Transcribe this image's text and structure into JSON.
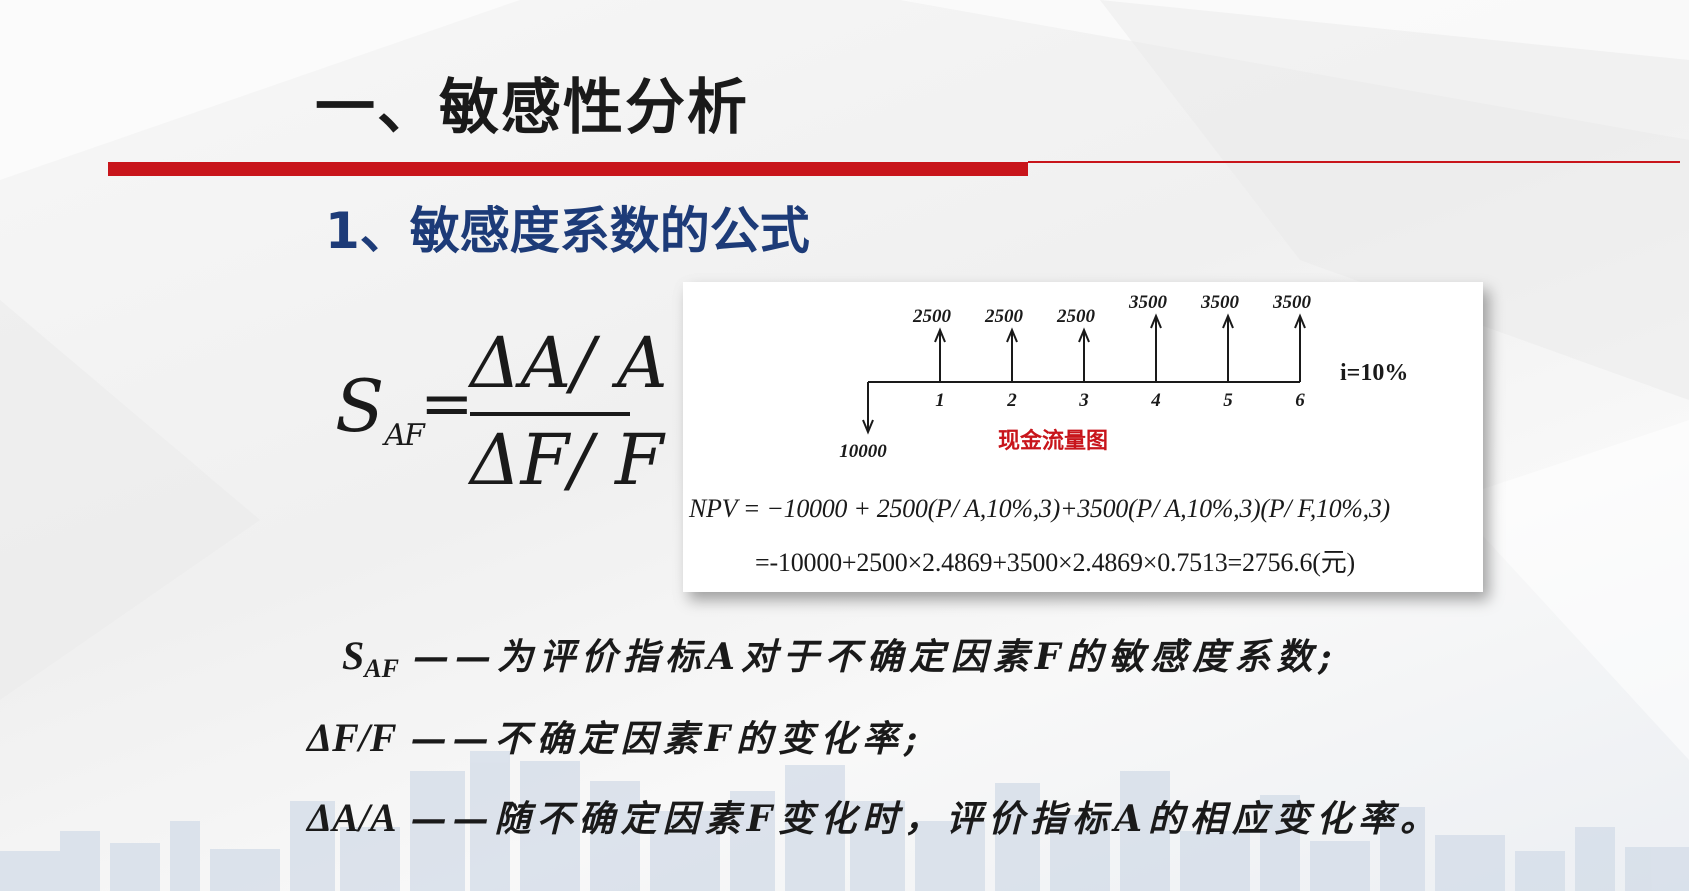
{
  "slide": {
    "title": "一、敏感性分析",
    "section_title": "1、敏感度系数的公式"
  },
  "formula": {
    "lhs_symbol": "S",
    "lhs_subscript": "AF",
    "equals": "=",
    "numerator": "ΔA/ A",
    "denominator": "ΔF/ F"
  },
  "cash_flow_diagram": {
    "inflows": [
      {
        "period": "1",
        "amount": "2500"
      },
      {
        "period": "2",
        "amount": "2500"
      },
      {
        "period": "3",
        "amount": "2500"
      },
      {
        "period": "4",
        "amount": "3500"
      },
      {
        "period": "5",
        "amount": "3500"
      },
      {
        "period": "6",
        "amount": "3500"
      }
    ],
    "initial_outflow": "10000",
    "interest_rate": "i=10%",
    "caption": "现金流量图",
    "npv_formula": "NPV = −10000 + 2500(P/ A,10%,3)+3500(P/ A,10%,3)(P/ F,10%,3)",
    "npv_result": "=-10000+2500×2.4869+3500×2.4869×0.7513=2756.6(元)"
  },
  "definitions": [
    {
      "symbol": "S",
      "subscript": "AF",
      "text": "——为评价指标A对于不确定因素F的敏感度系数;"
    },
    {
      "symbol": "ΔF/F",
      "subscript": "",
      "text": "——不确定因素F的变化率;"
    },
    {
      "symbol": "ΔA/A",
      "subscript": "",
      "text": "——随不确定因素F变化时，评价指标A的相应变化率。"
    }
  ],
  "colors": {
    "accent_red": "#c8151b",
    "section_blue": "#1d3b78",
    "caption_red": "#c8151b"
  }
}
